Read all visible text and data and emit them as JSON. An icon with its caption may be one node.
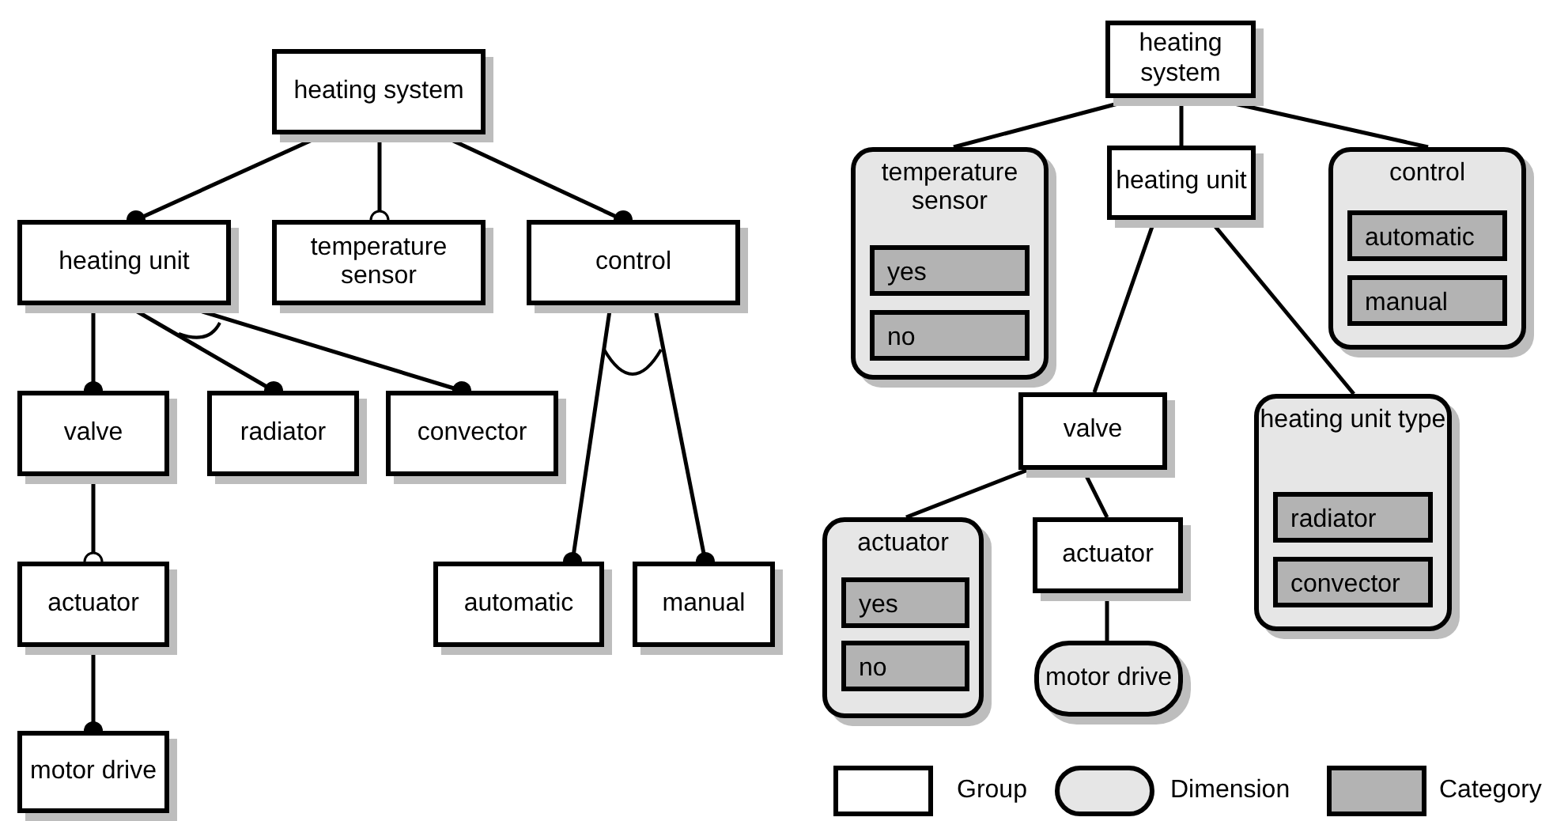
{
  "diagram": {
    "nodes": [
      {
        "text": [
          "heating system"
        ]
      },
      {
        "text": [
          "heating unit"
        ]
      },
      {
        "text": [
          "temperature sensor"
        ]
      },
      {
        "text": [
          "control"
        ]
      },
      {
        "text": [
          "valve"
        ]
      },
      {
        "text": [
          "radiator"
        ]
      },
      {
        "text": [
          "convector"
        ]
      },
      {
        "text": [
          "actuator"
        ]
      },
      {
        "text": [
          "automatic"
        ]
      },
      {
        "text": [
          "manual"
        ]
      },
      {
        "text": [
          "motor drive"
        ]
      },
      {
        "text": [
          "heating system"
        ]
      },
      {
        "text": [
          "temperature sensor"
        ]
      },
      {
        "text": [
          "yes"
        ],
        "in": 12
      },
      {
        "text": [
          "no"
        ],
        "in": 12
      },
      {
        "text": [
          "heating unit"
        ]
      },
      {
        "text": [
          "control"
        ]
      },
      {
        "text": [
          "automatic"
        ],
        "in": 16
      },
      {
        "text": [
          "manual"
        ],
        "in": 16
      },
      {
        "text": [
          "valve"
        ]
      },
      {
        "text": [
          "heating unit type"
        ]
      },
      {
        "text": [
          "radiator"
        ],
        "in": 20
      },
      {
        "text": [
          "convector"
        ],
        "in": 20
      },
      {
        "text": [
          "actuator"
        ]
      },
      {
        "text": [
          "yes"
        ],
        "in": 23
      },
      {
        "text": [
          "no"
        ],
        "in": 23
      },
      {
        "text": [
          "actuator"
        ]
      },
      {
        "text": [
          "motor drive"
        ]
      }
    ],
    "edges": [
      {
        "from": 0,
        "to": 1,
        "arrow": "other"
      },
      {
        "from": 0,
        "to": 2,
        "arrow": "other"
      },
      {
        "from": 0,
        "to": 3,
        "arrow": "other"
      },
      {
        "from": 1,
        "to": 4,
        "arrow": "other"
      },
      {
        "from": 1,
        "to": 5,
        "arrow": "other"
      },
      {
        "from": 1,
        "to": 6,
        "arrow": "other"
      },
      {
        "from": 4,
        "to": 7,
        "arrow": "other"
      },
      {
        "from": 7,
        "to": 10,
        "arrow": "other"
      },
      {
        "from": 3,
        "to": 8,
        "arrow": "other"
      },
      {
        "from": 3,
        "to": 9,
        "arrow": "other"
      },
      {
        "from": 11,
        "to": 12,
        "arrow": "none"
      },
      {
        "from": 11,
        "to": 15,
        "arrow": "none"
      },
      {
        "from": 11,
        "to": 16,
        "arrow": "none"
      },
      {
        "from": 15,
        "to": 19,
        "arrow": "none"
      },
      {
        "from": 15,
        "to": 20,
        "arrow": "none"
      },
      {
        "from": 19,
        "to": 23,
        "arrow": "none"
      },
      {
        "from": 19,
        "to": 26,
        "arrow": "none"
      },
      {
        "from": 26,
        "to": 27,
        "arrow": "none"
      }
    ],
    "legend": [
      {
        "text": "Group",
        "color": "#ffffff"
      },
      {
        "text": "Dimension",
        "color": "#e6e6e6"
      },
      {
        "text": "Category",
        "color": "#b3b3b3"
      }
    ]
  }
}
